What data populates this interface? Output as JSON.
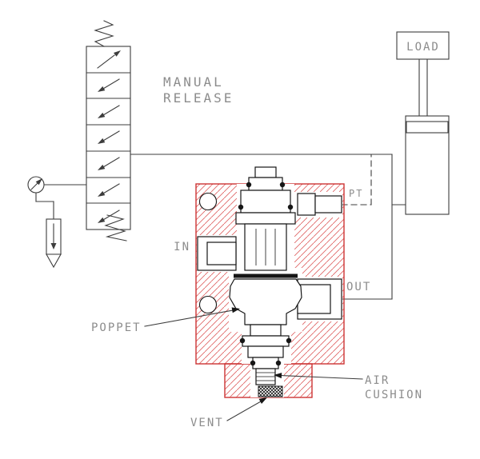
{
  "diagram": {
    "labels": {
      "manual_release_line1": "MANUAL",
      "manual_release_line2": "RELEASE",
      "load": "LOAD",
      "pt": "PT",
      "in": "IN",
      "out": "OUT",
      "poppet": "POPPET",
      "air_cushion_line1": "AIR",
      "air_cushion_line2": "CUSHION",
      "vent": "VENT"
    },
    "colors": {
      "hatch": "#e06666",
      "outline": "#cc3333",
      "line": "#3d3d3d",
      "label": "#8c8c8c",
      "ink": "#161616"
    }
  }
}
